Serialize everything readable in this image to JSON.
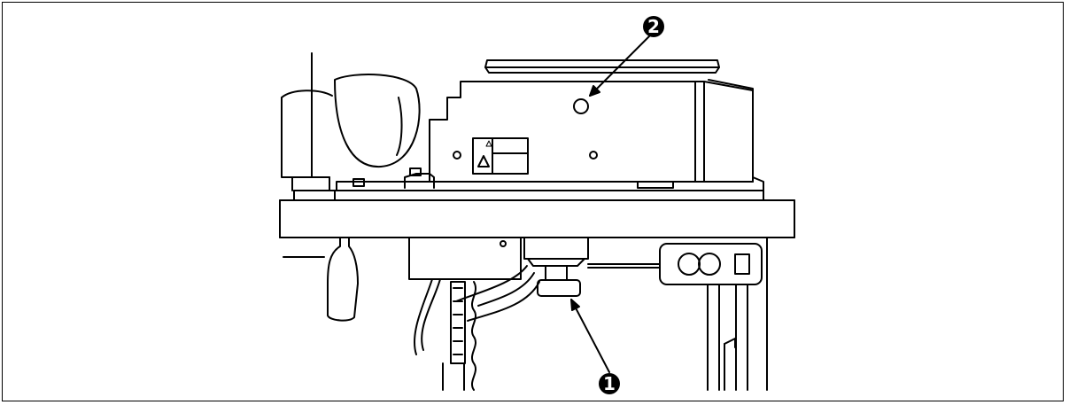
{
  "figure": {
    "description_visible_text": null,
    "callouts": [
      {
        "id": "callout-1",
        "label": "1"
      },
      {
        "id": "callout-2",
        "label": "2"
      }
    ],
    "colors": {
      "line": "#000000",
      "background": "#ffffff"
    }
  }
}
